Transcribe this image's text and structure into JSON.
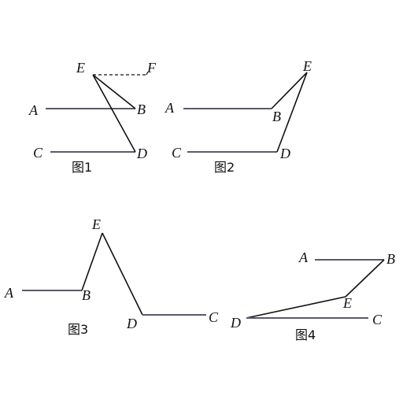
{
  "figures": [
    {
      "caption": "图1",
      "points": {
        "A": "A",
        "B": "B",
        "C": "C",
        "D": "D",
        "E": "E",
        "F": "F"
      }
    },
    {
      "caption": "图2",
      "points": {
        "A": "A",
        "B": "B",
        "C": "C",
        "D": "D",
        "E": "E"
      }
    },
    {
      "caption": "图3",
      "points": {
        "A": "A",
        "B": "B",
        "C": "C",
        "D": "D",
        "E": "E"
      }
    },
    {
      "caption": "图4",
      "points": {
        "A": "A",
        "B": "B",
        "C": "C",
        "D": "D",
        "E": "E"
      }
    }
  ]
}
